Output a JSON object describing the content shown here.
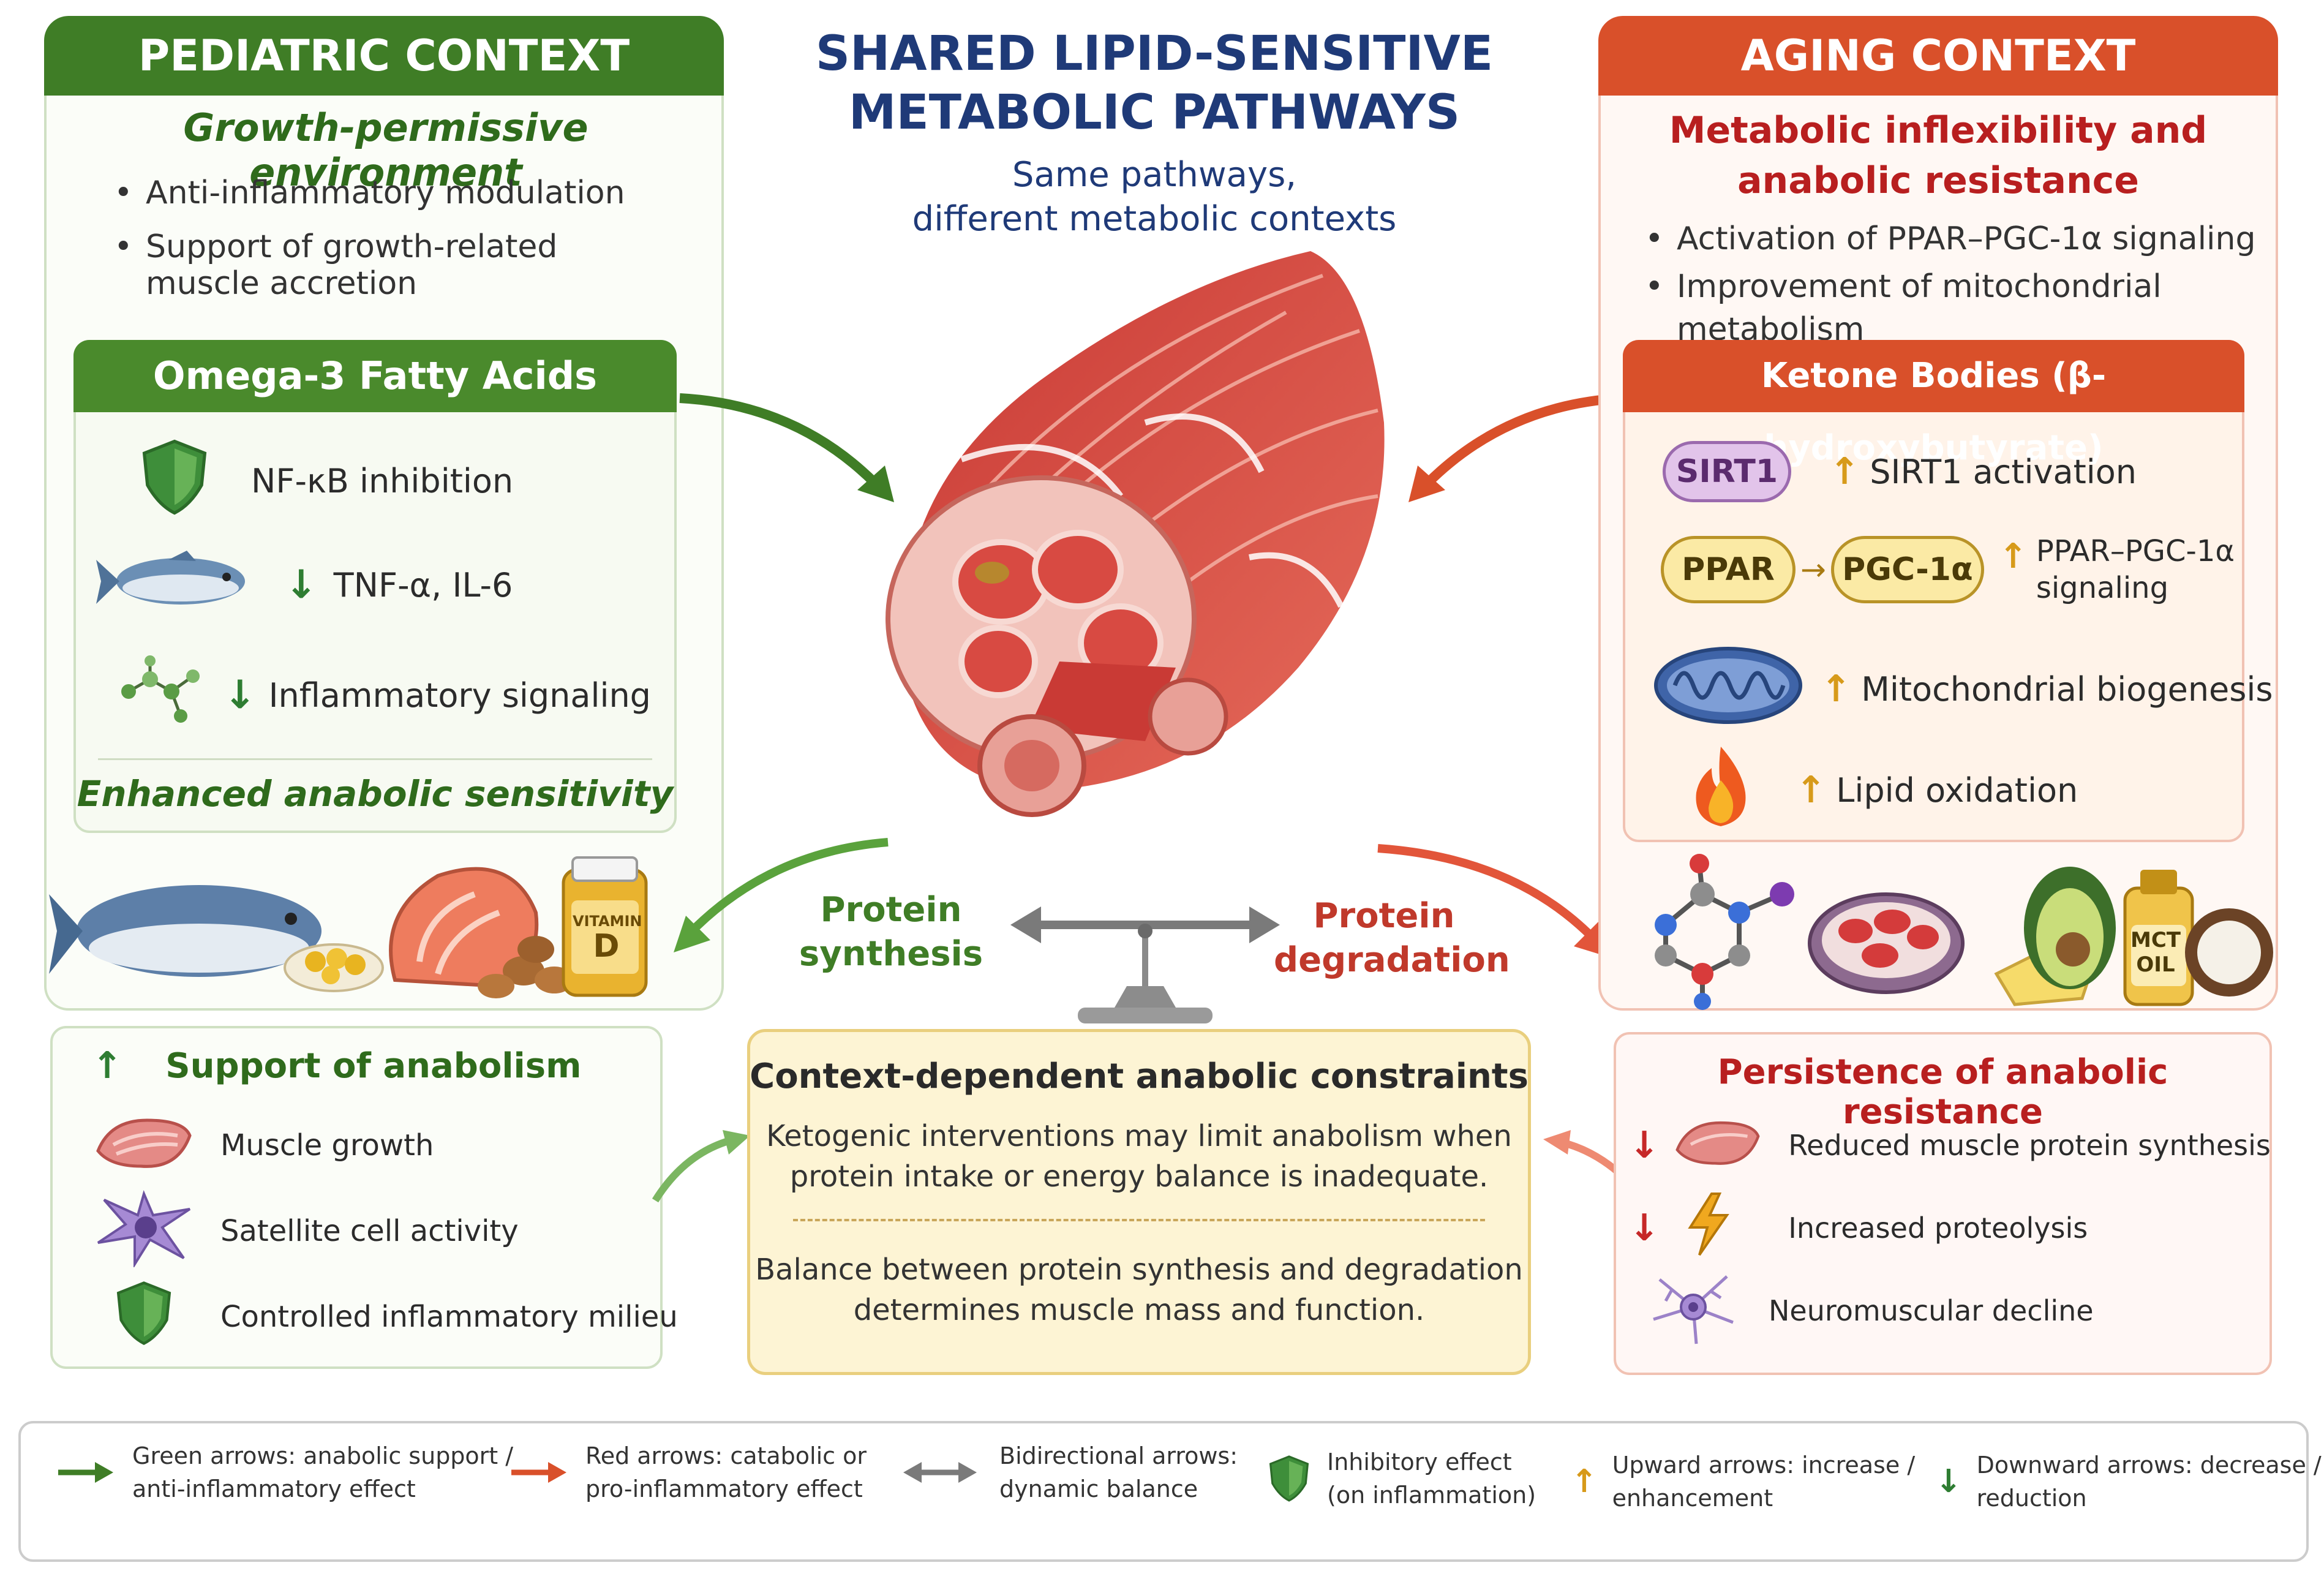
{
  "title": {
    "line1": "SHARED LIPID-SENSITIVE",
    "line2": "METABOLIC PATHWAYS",
    "sub1": "Same pathways,",
    "sub2": "different metabolic contexts"
  },
  "pediatric": {
    "header": "PEDIATRIC CONTEXT",
    "subtitle": "Growth-permissive environment",
    "bullets": [
      "Anti-inflammatory modulation",
      "Support of growth-related",
      "muscle accretion"
    ],
    "omega_header": "Omega-3 Fatty Acids",
    "omega_items": [
      "NF-κB inhibition",
      "TNF-α, IL-6",
      "Inflammatory signaling"
    ],
    "omega_footer": "Enhanced anabolic sensitivity",
    "vitamin_label1": "VITAMIN",
    "vitamin_label2": "D"
  },
  "aging": {
    "header": "AGING CONTEXT",
    "subtitle1": "Metabolic inflexibility and",
    "subtitle2": "anabolic resistance",
    "bullets": [
      "Activation of PPAR–PGC-1α signaling",
      "Improvement of mitochondrial metabolism"
    ],
    "ketone_header": "Ketone Bodies (β-hydroxybutyrate)",
    "sirt1_pill": "SIRT1",
    "sirt1_text": "SIRT1 activation",
    "ppar_pill": "PPAR",
    "pgc_pill": "PGC-1α",
    "ppar_text1": "PPAR–PGC-1α",
    "ppar_text2": "signaling",
    "mito_text": "Mitochondrial biogenesis",
    "lipid_text": "Lipid oxidation",
    "mct_label1": "MCT",
    "mct_label2": "OIL"
  },
  "balance": {
    "left1": "Protein",
    "left2": "synthesis",
    "right1": "Protein",
    "right2": "degradation"
  },
  "anabolism": {
    "title": "Support of anabolism",
    "items": [
      "Muscle growth",
      "Satellite cell activity",
      "Controlled inflammatory milieu"
    ]
  },
  "constraints": {
    "title": "Context-dependent anabolic constraints",
    "p1_line1": "Ketogenic interventions may limit anabolism when",
    "p1_line2": "protein intake or energy balance is inadequate.",
    "p2_line1": "Balance between protein synthesis and degradation",
    "p2_line2": "determines muscle mass and function."
  },
  "resistance": {
    "title": "Persistence of anabolic resistance",
    "items": [
      "Reduced muscle protein synthesis",
      "Increased proteolysis",
      "Neuromuscular decline"
    ]
  },
  "legend": [
    {
      "line1": "Green arrows: anabolic support /",
      "line2": "anti-inflammatory effect"
    },
    {
      "line1": "Red arrows: catabolic or",
      "line2": "pro-inflammatory effect"
    },
    {
      "line1": "Bidirectional arrows:",
      "line2": "dynamic balance"
    },
    {
      "line1": "Inhibitory effect",
      "line2": "(on inflammation)"
    },
    {
      "line1": "Upward arrows: increase /",
      "line2": "enhancement"
    },
    {
      "line1": "Downward arrows: decrease /",
      "line2": "reduction"
    }
  ],
  "colors": {
    "green": "#3f7d26",
    "red": "#d9502a",
    "navy": "#1f3a78",
    "gold": "#d79a1a"
  }
}
